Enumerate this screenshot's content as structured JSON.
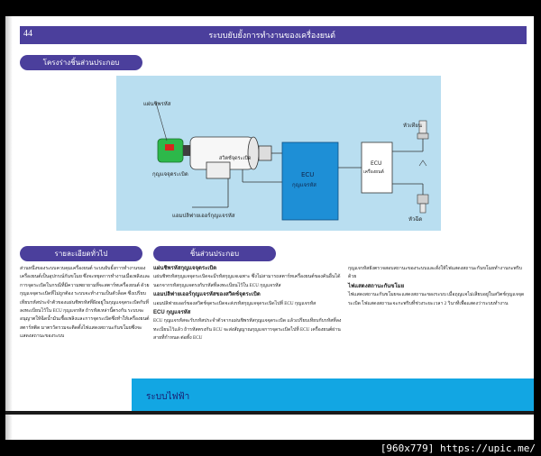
{
  "header": {
    "page_number": "44",
    "chapter_title": "ระบบยับยั้งการทำงานของเครื่องยนต์"
  },
  "sections": {
    "components_title": "โครงร่างชิ้นส่วนประกอบ",
    "overview_title": "รายละเอียดทั่วไป",
    "parts_title": "ชิ้นส่วนประกอบ"
  },
  "diagram": {
    "label_chip": "แผ่นชิพรหัส",
    "label_key": "กุญแจจุดระเบิด",
    "label_switch": "สวิตช์จุดระเบิด",
    "label_amp": "แอมปลิฟายเออร์กุญแจรหัส",
    "ecu_code_title": "ECU",
    "ecu_code_sub": "กุญแจรหัส",
    "ecu_engine_title": "ECU",
    "ecu_engine_sub": "เครื่องยนต์",
    "label_sparkplug": "หัวเทียน",
    "label_injector": "หัวฉีด"
  },
  "overview_text": "ส่วนหนึ่งของระบบควบคุมเครื่องยนต์ ระบบยับยั้งการทำงานของเครื่องยนต์เป็นอุปกรณ์กันขโมย ซึ่งจะหยุดการทำงานเมื่อเพลิงและการจุดระเบิดในกรณีที่มีความพยายามที่จะสตาร์ทเครื่องยนต์ ด้วยกุญแจจุดระเบิดที่ไม่ถูกต้อง ระบบจะทำงานเป็นตัวล็อค ซึ่งเปรียบเทียบรหัสประจำตัวของแผ่นชิพรหัสที่ฝังอยู่ในกุญแจจุดระเบิดกับที่ลงทะเบียนไว้ใน ECU กุญแจรหัส ถ้ารหัสเหล่านี้ตรงกัน ระบบจะอนุญาตให้ฉีดน้ำมันเชื้อเพลิงและการจุดระเบิดซึ่งทำให้เครื่องยนต์สตาร์ทติด มาตรวัดรวมจะติดตั้งไฟแสดงสถานะกันขโมยซึ่งจะแสดงสถานะของระบบ",
  "parts": [
    {
      "heading": "แผ่นชิพรหัสกุญแจจุดระเบิด",
      "text": "แผ่นชิพรหัสกุญแจจุดระเบิดจะมีรหัสกุญแจเฉพาะ ซึ่งไม่สามารถสตาร์ทเครื่องยนต์ของคันอื่นได้นอกจากรหัสกุญแจตรงกับรหัสที่ลงทะเบียนไว้ใน ECU กุญแจรหัส"
    },
    {
      "heading": "แอมปลิฟายเออร์กุญแจรหัสของสวิตช์จุดระเบิด",
      "text": "แอมปลิฟายเออร์ของสวิตช์จุดระเบิดจะส่งรหัสกุญแจจุดระเบิดไปที่ ECU กุญแจรหัส"
    },
    {
      "heading": "ECU กุญแจรหัส",
      "text": "ECU กุญแจรหัสจะรับรหัสประจำตัวจากแผ่นชิพรหัสกุญแจจุดระเบิด แล้วเปรียบเทียบกับรหัสที่ลงทะเบียนไว้แล้ว ถ้ารหัสตรงกัน ECU จะส่งสัญญาณกุญแจการจุดระเบิดไปที่ ECU เครื่องยนต์ผ่านสายที่กำหนด ต่อทั้ง ECU"
    }
  ],
  "right_column": {
    "lead_text": "กุญแจรหัสยังตรวจสอบสถานะของระบบและสั่งให้ไฟแสดงสถานะกันขโมยทำงานกะพริบด้วย",
    "heading": "ไฟแสดงสถานะกันขโมย",
    "text": "ไฟแสดงสถานะกันขโมยจะแสดงสถานะของระบบ เมื่อถุญแจไม่เสียบอยู่ในสวิตช์กุญแจจุดระเบิด ไฟแสดงสถานะจะกะพริบที่ช่วงระยะเวลา 2 วินาทีเพื่อแสดงว่าระบบทำงาน"
  },
  "footer": {
    "title": "ระบบไฟฟ้า"
  },
  "watermark": "[960x779] https://upic.me/",
  "colors": {
    "header": "#4b3f9c",
    "diagram_bg": "#b9def0",
    "ecu_box": "#1e8fd6",
    "footer": "#12a6e3",
    "chip": "#2db84a"
  }
}
